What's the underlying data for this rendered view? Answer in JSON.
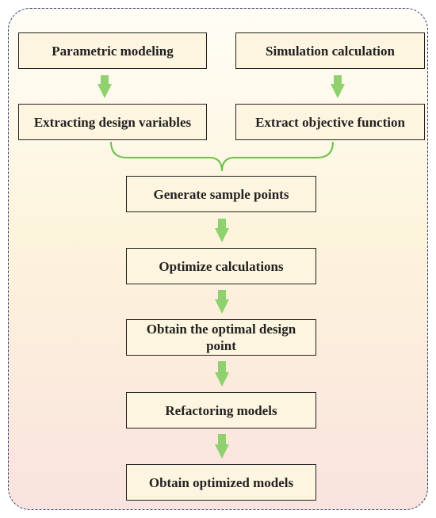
{
  "steps": {
    "parametric_modeling": "Parametric modeling",
    "simulation_calculation": "Simulation calculation",
    "extracting_design_variables": "Extracting design variables",
    "extract_objective_function": "Extract objective function",
    "generate_sample_points": "Generate sample points",
    "optimize_calculations": "Optimize calculations",
    "obtain_optimal_design_point": "Obtain the optimal design point",
    "refactoring_models": "Refactoring models",
    "obtain_optimized_models": "Obtain optimized models"
  },
  "colors": {
    "arrow": "#8fd16f",
    "brace": "#6cbf48",
    "border": "#2f3a6b"
  }
}
